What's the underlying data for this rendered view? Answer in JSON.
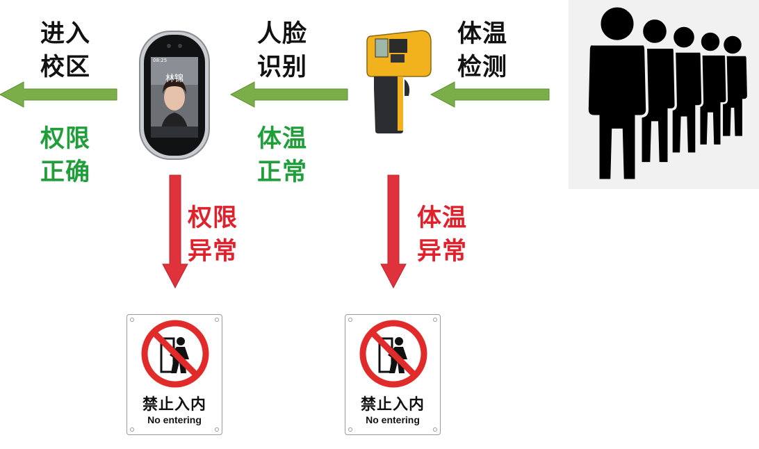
{
  "steps": {
    "enter_campus": [
      "进入",
      "校区"
    ],
    "face_recognition": [
      "人脸",
      "识别"
    ],
    "temperature_check": [
      "体温",
      "检测"
    ]
  },
  "conditions": {
    "permission_ok": [
      "权限",
      "正确"
    ],
    "temperature_ok": [
      "体温",
      "正常"
    ],
    "permission_abnormal": [
      "权限",
      "异常"
    ],
    "temperature_abnormal": [
      "体温",
      "异常"
    ]
  },
  "device": {
    "screen_name": "林锦",
    "status_text": "08:25"
  },
  "signs": [
    {
      "cn": "禁止入内",
      "en": "No entering"
    },
    {
      "cn": "禁止入内",
      "en": "No entering"
    }
  ],
  "colors": {
    "ok": "#1f9e3a",
    "abnormal": "#e0202a",
    "arrow_green": "#7aae48",
    "arrow_red": "#e0323c",
    "text": "#111111"
  },
  "icons": [
    "queue-of-people-icon",
    "face-recognition-terminal-icon",
    "infrared-thermometer-icon",
    "no-entry-sign-icon"
  ]
}
